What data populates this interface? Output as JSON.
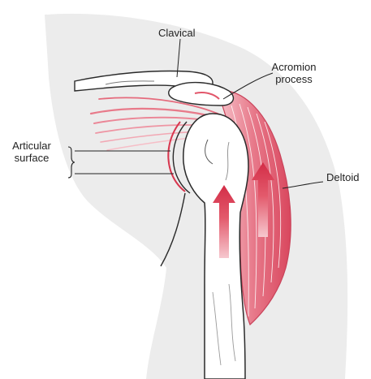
{
  "labels": {
    "clavical": "Clavical",
    "acromion_line1": "Acromion",
    "acromion_line2": "process",
    "articular_line1": "Articular",
    "articular_line2": "surface",
    "deltoid": "Deltoid"
  },
  "colors": {
    "background": "#ffffff",
    "skin": "#ececec",
    "bone_outline": "#2a2a2a",
    "muscle": "#e26a7a",
    "muscle_light": "#f3b8c1",
    "arrow": "#d8374f",
    "label_text": "#222222"
  },
  "icons": {
    "upward_arrows": "arrow-up-icon"
  }
}
